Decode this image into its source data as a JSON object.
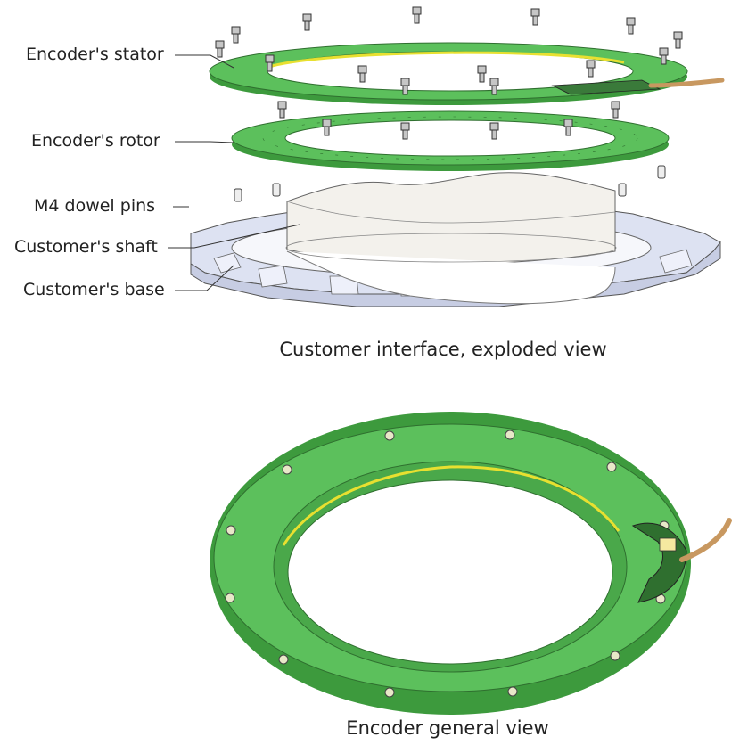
{
  "exploded_view": {
    "caption": "Customer interface, exploded view",
    "labels": {
      "stator": "Encoder's stator",
      "rotor": "Encoder's rotor",
      "dowel_pins": "M4 dowel pins",
      "shaft": "Customer's shaft",
      "base": "Customer's base"
    }
  },
  "general_view": {
    "caption": "Encoder general view"
  },
  "colors": {
    "ring_green": "#5cc05c",
    "ring_green_dark": "#3a8f3a",
    "ring_highlight": "#e8e030",
    "screw": "#bdbdbd",
    "base_face": "#d9def0",
    "shaft": "#f2f0ec",
    "cable": "#c89860",
    "pcb": "#3a7a3a"
  }
}
